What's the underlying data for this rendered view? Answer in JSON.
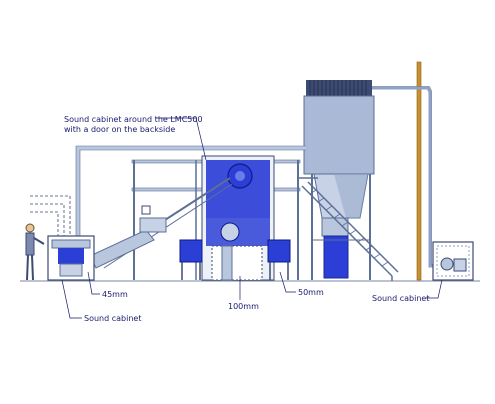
{
  "labels": {
    "cabinet_line1": "Sound cabinet around the LMC500",
    "cabinet_line2": "with a door on the backside",
    "dim_45": "45mm",
    "dim_100": "100mm",
    "dim_50": "50mm",
    "sound_cabinet_left": "Sound cabinet",
    "sound_cabinet_right": "Sound cabinet"
  },
  "colors": {
    "steel": "#a9b9d6",
    "steel_dark": "#5c6f96",
    "motor_blue": "#2b3fd6",
    "pipe": "#b8c6de",
    "copper_pipe": "#c9902f",
    "label": "#1a1a6e"
  }
}
